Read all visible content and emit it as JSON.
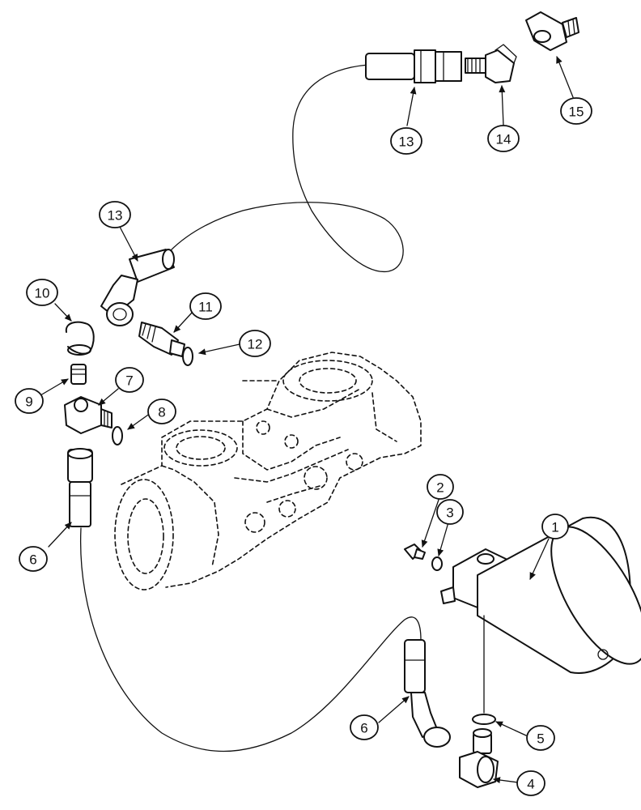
{
  "callouts": [
    {
      "id": "c13a",
      "label": "13"
    },
    {
      "id": "c14",
      "label": "14"
    },
    {
      "id": "c15",
      "label": "15"
    },
    {
      "id": "c13b",
      "label": "13"
    },
    {
      "id": "c10",
      "label": "10"
    },
    {
      "id": "c11",
      "label": "11"
    },
    {
      "id": "c12",
      "label": "12"
    },
    {
      "id": "c9",
      "label": "9"
    },
    {
      "id": "c7",
      "label": "7"
    },
    {
      "id": "c8",
      "label": "8"
    },
    {
      "id": "c6a",
      "label": "6"
    },
    {
      "id": "c2",
      "label": "2"
    },
    {
      "id": "c3",
      "label": "3"
    },
    {
      "id": "c1",
      "label": "1"
    },
    {
      "id": "c6b",
      "label": "6"
    },
    {
      "id": "c5",
      "label": "5"
    },
    {
      "id": "c4",
      "label": "4"
    }
  ]
}
